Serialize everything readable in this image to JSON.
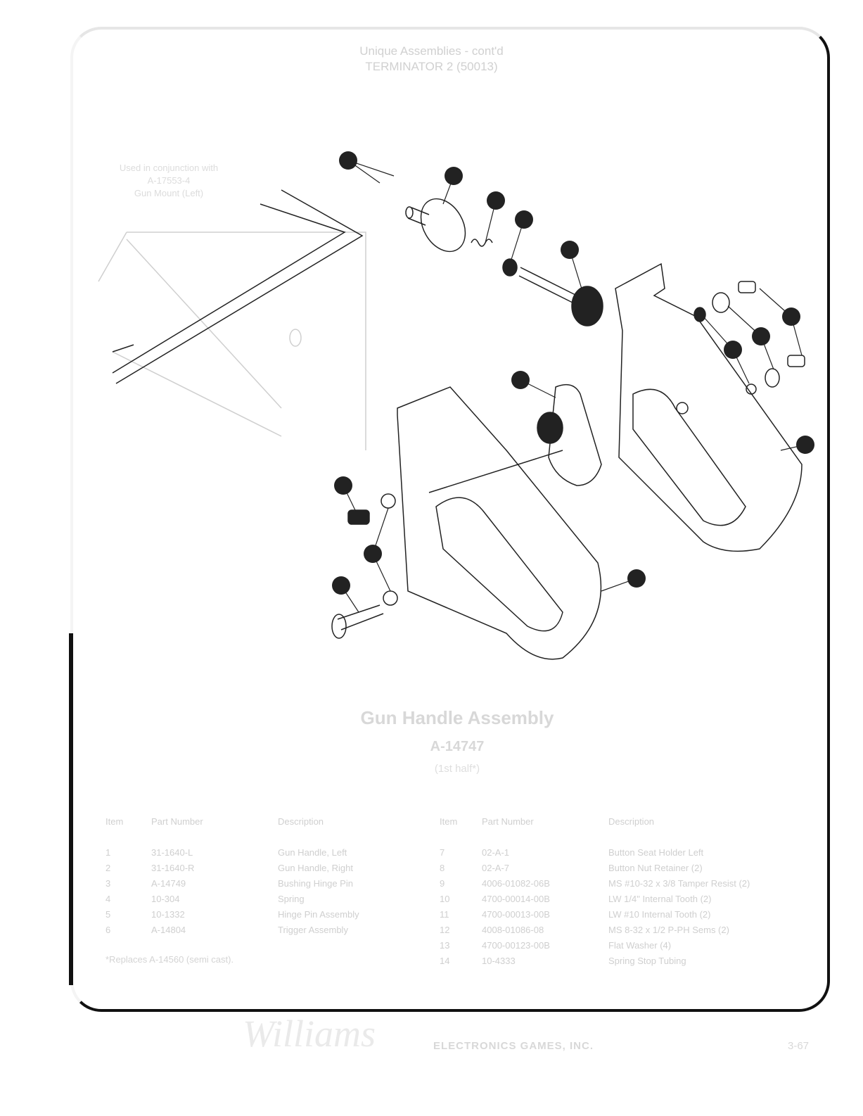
{
  "header": {
    "line1": "Unique Assemblies - cont'd",
    "line2": "TERMINATOR 2 (50013)"
  },
  "callout_note": {
    "line1": "Used in conjunction with",
    "line2": "A-17553-4",
    "line3": "Gun Mount (Left)"
  },
  "assembly": {
    "title": "Gun Handle Assembly",
    "part_number": "A-14747",
    "subtitle": "(1st half*)"
  },
  "parts_table": {
    "headers": {
      "item": "Item",
      "part": "Part Number",
      "desc": "Description"
    },
    "left": [
      {
        "item": "1",
        "part": "31-1640-L",
        "desc": "Gun Handle, Left"
      },
      {
        "item": "2",
        "part": "31-1640-R",
        "desc": "Gun Handle, Right"
      },
      {
        "item": "3",
        "part": "A-14749",
        "desc": "Bushing Hinge Pin"
      },
      {
        "item": "4",
        "part": "10-304",
        "desc": "Spring"
      },
      {
        "item": "5",
        "part": "10-1332",
        "desc": "Hinge Pin Assembly"
      },
      {
        "item": "6",
        "part": "A-14804",
        "desc": "Trigger Assembly"
      }
    ],
    "right": [
      {
        "item": "7",
        "part": "02-A-1",
        "desc": "Button Seat Holder Left"
      },
      {
        "item": "8",
        "part": "02-A-7",
        "desc": "Button Nut Retainer (2)"
      },
      {
        "item": "9",
        "part": "4006-01082-06B",
        "desc": "MS #10-32 x 3/8 Tamper Resist (2)"
      },
      {
        "item": "10",
        "part": "4700-00014-00B",
        "desc": "LW 1/4\" Internal Tooth (2)"
      },
      {
        "item": "11",
        "part": "4700-00013-00B",
        "desc": "LW #10 Internal Tooth (2)"
      },
      {
        "item": "12",
        "part": "4008-01086-08",
        "desc": "MS 8-32 x 1/2 P-PH Sems (2)"
      },
      {
        "item": "13",
        "part": "4700-00123-00B",
        "desc": "Flat Washer (4)"
      },
      {
        "item": "14",
        "part": "10-4333",
        "desc": "Spring Stop Tubing"
      }
    ],
    "note": "*Replaces A-14560 (semi cast)."
  },
  "footer": {
    "brand": "Williams",
    "company": "ELECTRONICS GAMES, INC.",
    "page": "3-67"
  }
}
